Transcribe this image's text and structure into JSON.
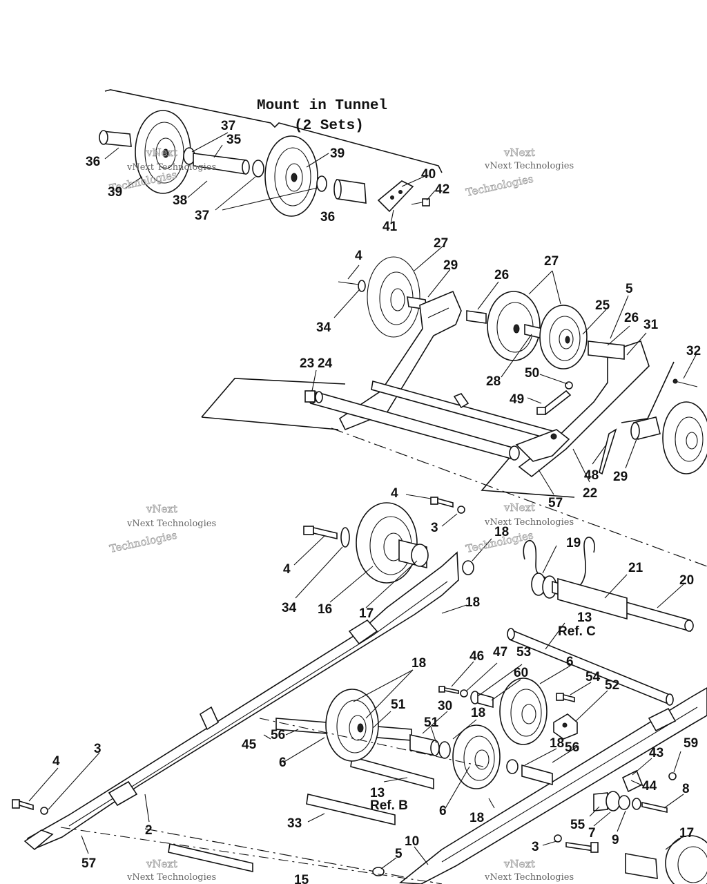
{
  "title": {
    "line1": "Mount in Tunnel",
    "line2": "(2 Sets)"
  },
  "watermark": {
    "line1": "vNext",
    "line2": "Technologies",
    "small": "vNext Technologies"
  },
  "labels": {
    "l36a": "36",
    "l39a": "39",
    "l37a": "37",
    "l35": "35",
    "l38": "38",
    "l37b": "37",
    "l39b": "39",
    "l40": "40",
    "l42": "42",
    "l36b": "36",
    "l41": "41",
    "l4a": "4",
    "l27a": "27",
    "l29a": "29",
    "l34a": "34",
    "l26a": "26",
    "l27b": "27",
    "l5a": "5",
    "l25": "25",
    "l26b": "26",
    "l31": "31",
    "l32": "32",
    "l28": "28",
    "l23": "23",
    "l24": "24",
    "l50": "50",
    "l49": "49",
    "l48": "48",
    "l29b": "29",
    "l22": "22",
    "l57a": "57",
    "l4b": "4",
    "l3a": "3",
    "l18a": "18",
    "l19": "19",
    "l21": "21",
    "l20": "20",
    "l4c": "4",
    "l34b": "34",
    "l16": "16",
    "l17a": "17",
    "l18b": "18",
    "l13a": "13",
    "refC": "Ref. C",
    "l18c": "18",
    "l46": "46",
    "l47": "47",
    "l53": "53",
    "l6a": "6",
    "l60": "60",
    "l54": "54",
    "l52": "52",
    "l51a": "51",
    "l30": "30",
    "l18d": "18",
    "l51b": "51",
    "l45": "45",
    "l56a": "56",
    "l6b": "6",
    "l18e": "18",
    "l56b": "56",
    "l59": "59",
    "l43": "43",
    "l44": "44",
    "l8": "8",
    "l4d": "4",
    "l3b": "3",
    "l13b": "13",
    "refB": "Ref. B",
    "l6c": "6",
    "l33": "33",
    "l2": "2",
    "l18f": "18",
    "l55": "55",
    "l7": "7",
    "l9": "9",
    "l17b": "17",
    "l57b": "57",
    "l10": "10",
    "l5b": "5",
    "l3c": "3",
    "l15": "15"
  }
}
